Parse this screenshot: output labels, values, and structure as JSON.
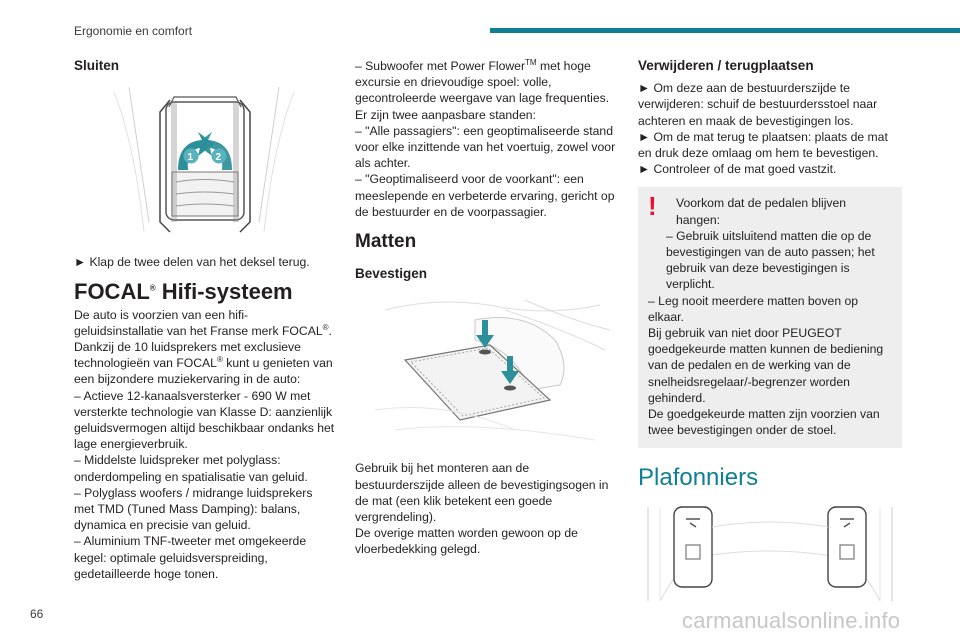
{
  "header": {
    "section": "Ergonomie en comfort",
    "accent": "#0f7f93"
  },
  "page_number": "66",
  "watermark": "carmanualsonline.info",
  "col1": {
    "sluiten_title": "Sluiten",
    "sluiten_step": "► Klap de twee delen van het deksel terug.",
    "focal_title": "FOCAL",
    "focal_title_sup": "®",
    "focal_title_rest": " Hifi-systeem",
    "p1a": "De auto is voorzien van een hifi-geluidsinstallatie van het Franse merk FOCAL",
    "p1a_sup": "®",
    "p1a_end": ".",
    "p2a": "Dankzij de 10 luidsprekers met exclusieve technologieën van FOCAL",
    "p2a_sup": "®",
    "p2a_end": " kunt u genieten van een bijzondere muziekervaring in de auto:",
    "items": [
      "– Actieve 12-kanaalsversterker - 690 W met versterkte technologie van Klasse D: aanzienlijk geluidsvermogen altijd beschikbaar ondanks het lage energieverbruik.",
      "– Middelste luidspreker met polyglass: onderdompeling en spatialisatie van geluid.",
      "– Polyglass woofers / midrange luidsprekers met TMD (Tuned Mass Damping): balans, dynamica en precisie van geluid.",
      "– Aluminium TNF-tweeter met omgekeerde kegel: optimale geluidsverspreiding, gedetailleerde hoge tonen."
    ],
    "badge1": "1",
    "badge2": "2"
  },
  "col2": {
    "sub_a": "– Subwoofer met Power Flower",
    "sub_sup": "TM",
    "sub_b": " met hoge excursie en drievoudige spoel: volle, gecontroleerde weergave van lage frequenties.",
    "modes_intro": "Er zijn twee aanpasbare standen:",
    "mode1": "– \"Alle passagiers\": een geoptimaliseerde stand voor elke inzittende van het voertuig, zowel voor als achter.",
    "mode2": "– \"Geoptimaliseerd voor de voorkant\": een meeslepende en verbeterde ervaring, gericht op de bestuurder en de voorpassagier.",
    "matten_title": "Matten",
    "bevestigen_title": "Bevestigen",
    "bev_p1": "Gebruik bij het monteren aan de bestuurderszijde alleen de bevestigingsogen in de mat (een klik betekent een goede vergrendeling).",
    "bev_p2": "De overige matten worden gewoon op de vloerbedekking gelegd."
  },
  "col3": {
    "verw_title": "Verwijderen / terugplaatsen",
    "steps": [
      "► Om deze aan de bestuurderszijde te verwijderen: schuif de bestuurdersstoel naar achteren en maak de bevestigingen los.",
      "► Om de mat terug te plaatsen: plaats de mat en druk deze omlaag om hem te bevestigen.",
      "► Controleer of de mat goed vastzit."
    ],
    "warn_icon": "!",
    "warn_lines": [
      "Voorkom dat de pedalen blijven hangen:",
      "– Gebruik uitsluitend matten die op de bevestigingen van de auto passen; het gebruik van deze bevestigingen is verplicht.",
      "– Leg nooit meerdere matten boven op elkaar.",
      "Bij gebruik van niet door PEUGEOT goedgekeurde matten kunnen de bediening van de pedalen en de werking van de snelheidsregelaar/-begrenzer worden gehinderd.",
      "De goedgekeurde matten zijn voorzien van twee bevestigingen onder de stoel."
    ],
    "plaf_title": "Plafonniers"
  }
}
